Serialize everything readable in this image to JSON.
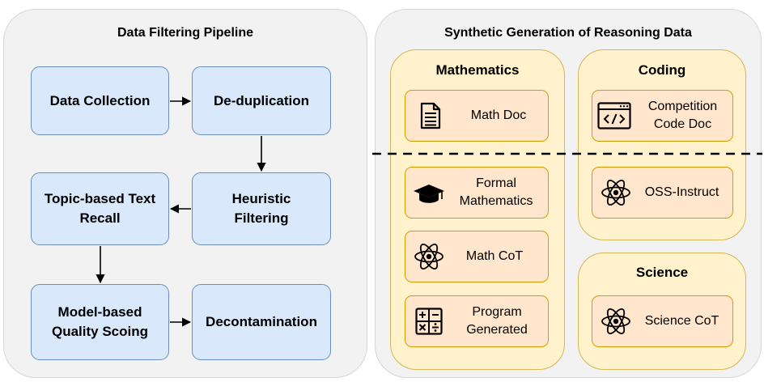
{
  "left_panel": {
    "title": "Data Filtering Pipeline",
    "steps": {
      "data_collection": "Data Collection",
      "deduplication": "De-duplication",
      "heuristic_filtering": "Heuristic Filtering",
      "topic_recall": "Topic-based Text Recall",
      "model_quality": "Model-based Quality Scoing",
      "decontamination": "Decontamination"
    }
  },
  "right_panel": {
    "title": "Synthetic Generation of Reasoning Data",
    "mathematics": {
      "title": "Mathematics",
      "items": [
        {
          "label": "Math Doc",
          "icon": "document-icon"
        },
        {
          "label": "Formal Mathematics",
          "icon": "graduation-cap-icon"
        },
        {
          "label": "Math CoT",
          "icon": "atom-icon"
        },
        {
          "label": "Program Generated",
          "icon": "calculator-icon"
        }
      ]
    },
    "coding": {
      "title": "Coding",
      "items": [
        {
          "label": "Competition Code Doc",
          "icon": "code-window-icon"
        },
        {
          "label": "OSS-Instruct",
          "icon": "atom-icon"
        }
      ]
    },
    "science": {
      "title": "Science",
      "items": [
        {
          "label": "Science CoT",
          "icon": "atom-icon"
        }
      ]
    }
  },
  "colors": {
    "panel_bg": "#f2f2f2",
    "blue_fill": "#dae8fc",
    "blue_stroke": "#6c8ebf",
    "group_fill": "#fff2cc",
    "group_stroke": "#d6b656",
    "item_fill": "#ffe6cc",
    "item_stroke": "#d79b00"
  }
}
